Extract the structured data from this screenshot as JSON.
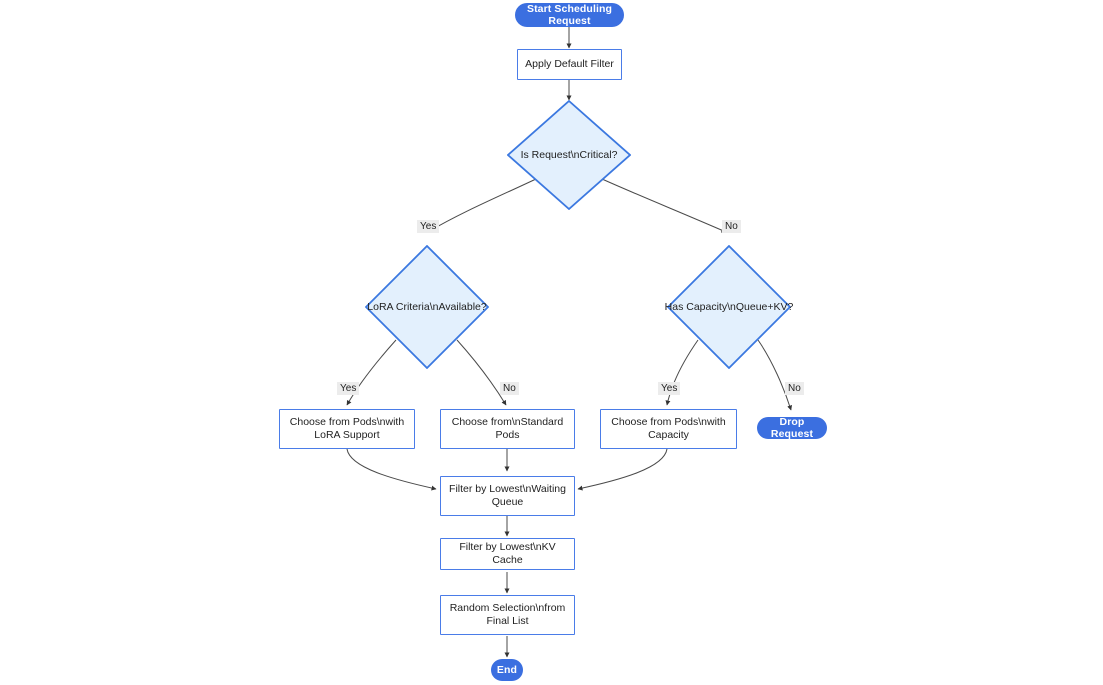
{
  "diagram": {
    "type": "flowchart",
    "direction": "top-down",
    "title": "",
    "colors": {
      "terminal_fill": "#3b6fe0",
      "terminal_text": "#ffffff",
      "process_fill": "#ffffff",
      "process_border": "#4a7ce8",
      "decision_fill": "#e3f0fd",
      "decision_border": "#3b78e0",
      "edge_stroke": "#4a4a4a",
      "edge_label_bg": "#ececec",
      "background": "#ffffff"
    },
    "nodes": [
      {
        "id": "start",
        "shape": "stadium",
        "label": "Start Scheduling Request"
      },
      {
        "id": "default",
        "shape": "rect",
        "label": "Apply Default Filter"
      },
      {
        "id": "critical",
        "shape": "diamond",
        "label": "Is Request\\nCritical?"
      },
      {
        "id": "lora",
        "shape": "diamond",
        "label": "LoRA Criteria\\nAvailable?"
      },
      {
        "id": "capacity",
        "shape": "diamond",
        "label": "Has Capacity\\nQueue+KV?"
      },
      {
        "id": "lorapods",
        "shape": "rect",
        "label": "Choose from Pods\\nwith LoRA Support",
        "line1": "Choose from Pods\\nwith",
        "line2": "LoRA Support"
      },
      {
        "id": "stdpods",
        "shape": "rect",
        "label": "Choose from\\nStandard Pods",
        "line1": "Choose from\\nStandard",
        "line2": "Pods"
      },
      {
        "id": "cappods",
        "shape": "rect",
        "label": "Choose from Pods\\nwith Capacity",
        "line1": "Choose from Pods\\nwith",
        "line2": "Capacity"
      },
      {
        "id": "drop",
        "shape": "stadium",
        "label": "Drop Request"
      },
      {
        "id": "queue",
        "shape": "rect",
        "label": "Filter by Lowest\\nWaiting Queue",
        "line1": "Filter by Lowest\\nWaiting",
        "line2": "Queue"
      },
      {
        "id": "kvcache",
        "shape": "rect",
        "label": "Filter by Lowest\\nKV Cache"
      },
      {
        "id": "random",
        "shape": "rect",
        "label": "Random Selection\\nfrom Final List",
        "line1": "Random Selection\\nfrom",
        "line2": "Final List"
      },
      {
        "id": "end",
        "shape": "circle",
        "label": "End"
      }
    ],
    "edges": [
      {
        "from": "start",
        "to": "default",
        "label": ""
      },
      {
        "from": "default",
        "to": "critical",
        "label": ""
      },
      {
        "from": "critical",
        "to": "lora",
        "label": "Yes"
      },
      {
        "from": "critical",
        "to": "capacity",
        "label": "No"
      },
      {
        "from": "lora",
        "to": "lorapods",
        "label": "Yes"
      },
      {
        "from": "lora",
        "to": "stdpods",
        "label": "No"
      },
      {
        "from": "capacity",
        "to": "cappods",
        "label": "Yes"
      },
      {
        "from": "capacity",
        "to": "drop",
        "label": "No"
      },
      {
        "from": "lorapods",
        "to": "queue",
        "label": ""
      },
      {
        "from": "stdpods",
        "to": "queue",
        "label": ""
      },
      {
        "from": "cappods",
        "to": "queue",
        "label": ""
      },
      {
        "from": "queue",
        "to": "kvcache",
        "label": ""
      },
      {
        "from": "kvcache",
        "to": "random",
        "label": ""
      },
      {
        "from": "random",
        "to": "end",
        "label": ""
      }
    ],
    "edge_labels": {
      "critical_yes": "Yes",
      "critical_no": "No",
      "lora_yes": "Yes",
      "lora_no": "No",
      "capacity_yes": "Yes",
      "capacity_no": "No"
    }
  }
}
